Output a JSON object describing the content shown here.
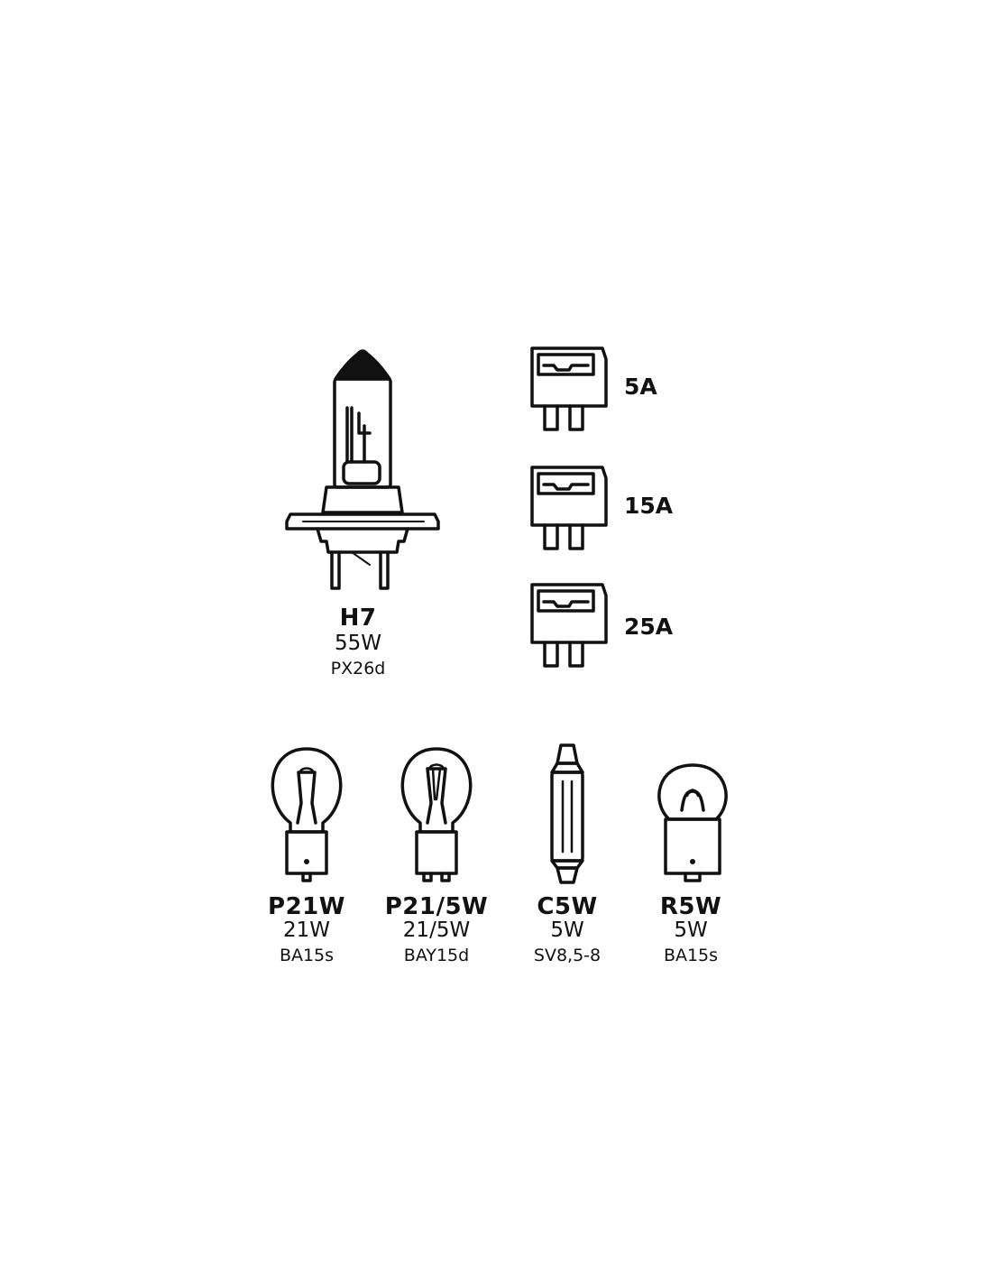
{
  "colors": {
    "ink": "#111111",
    "background": "#ffffff"
  },
  "h7": {
    "name": "H7",
    "wattage": "55W",
    "base": "PX26d",
    "icon": "h7-halogen-bulb-icon"
  },
  "fuses": [
    {
      "rating": "5A",
      "icon": "blade-fuse-icon"
    },
    {
      "rating": "15A",
      "icon": "blade-fuse-icon"
    },
    {
      "rating": "25A",
      "icon": "blade-fuse-icon"
    }
  ],
  "bulbs": [
    {
      "name": "P21W",
      "wattage": "21W",
      "base": "BA15s",
      "icon": "p21w-bulb-icon"
    },
    {
      "name": "P21/5W",
      "wattage": "21/5W",
      "base": "BAY15d",
      "icon": "p21-5w-bulb-icon"
    },
    {
      "name": "C5W",
      "wattage": "5W",
      "base": "SV8,5-8",
      "icon": "c5w-festoon-bulb-icon"
    },
    {
      "name": "R5W",
      "wattage": "5W",
      "base": "BA15s",
      "icon": "r5w-bulb-icon"
    }
  ]
}
